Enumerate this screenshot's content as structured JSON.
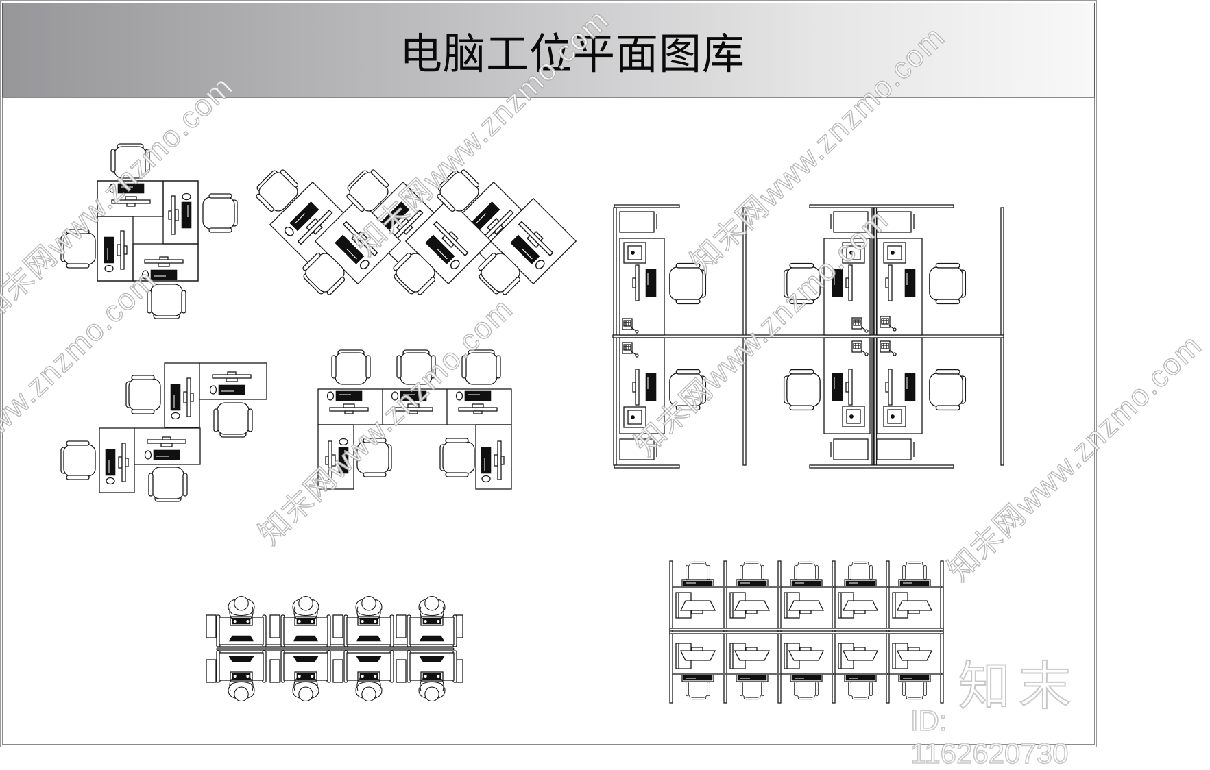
{
  "title": "电脑工位平面图库",
  "watermark": {
    "diagonal_text": "知末网www.znzmo.com",
    "logo_text": "知末",
    "id_text": "ID: 1162620730"
  },
  "colors": {
    "titlebar_gradient_start": "#97979a",
    "titlebar_gradient_end": "#f8f8f8",
    "drawing_line": "#1a1a1a",
    "watermark_gray": "#c9c9c9"
  },
  "drawings": [
    {
      "name": "pinwheel-4-desk-cluster",
      "description": "four desks in pinwheel square, chair on each side"
    },
    {
      "name": "zigzag-diagonal-desks",
      "description": "six 45-degree rotated desks in zigzag chain with alternating chairs"
    },
    {
      "name": "six-cubicle-partition-block",
      "description": "2x3 cubicles with partitions, cabinets, CPU, monitor, keyboard, phone, chair"
    },
    {
      "name": "staggered-L-desk-pair",
      "description": "two interlocking L-shaped workstations with four chairs"
    },
    {
      "name": "u-shape-5-desk-group",
      "description": "three desks in a row plus two side wing desks with chairs"
    },
    {
      "name": "bench-back-to-back-with-people",
      "description": "two rows of four bench desks, people seated typing"
    },
    {
      "name": "grid-2x5-mini-cubicles",
      "description": "ten small cubicles in two rows with partitions, chairs, monitors"
    }
  ]
}
